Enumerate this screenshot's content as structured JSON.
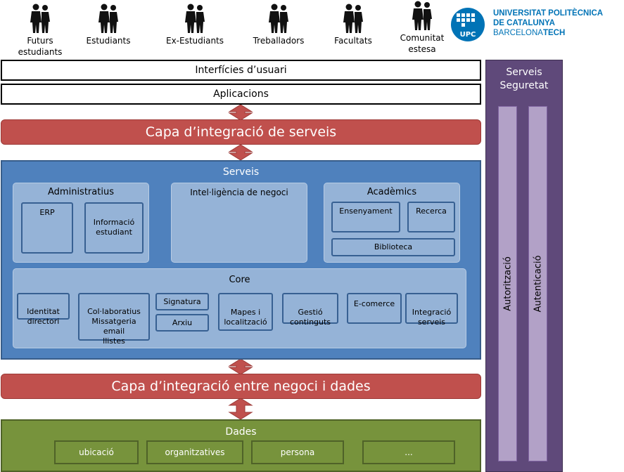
{
  "users": [
    {
      "label": "Futurs\nestudiants",
      "icon": "people-icon"
    },
    {
      "label": "Estudiants",
      "icon": "people-icon"
    },
    {
      "label": "Ex-Estudiants",
      "icon": "people-icon"
    },
    {
      "label": "Treballadors",
      "icon": "people-icon"
    },
    {
      "label": "Facultats",
      "icon": "people-icon"
    },
    {
      "label": "Comunitat\nestesa",
      "icon": "people-icon"
    }
  ],
  "logo": {
    "emblem_text": "UPC",
    "line1": "UNIVERSITAT POLITÈCNICA",
    "line2": "DE CATALUNYA",
    "line3_regular": "BARCELONA",
    "line3_bold": "TECH",
    "color": "#0073b6"
  },
  "layers": {
    "ui": "Interfícies d’usuari",
    "apps": "Aplicacions",
    "service_integration": "Capa d’integració de serveis",
    "data_integration": "Capa d’integració entre negoci i dades"
  },
  "services": {
    "title": "Serveis",
    "administratius": {
      "title": "Administratius",
      "items": [
        "ERP",
        "Informació\nestudiant"
      ]
    },
    "intel": {
      "title": "Intel·ligència de negoci"
    },
    "academics": {
      "title": "Acadèmics",
      "items": [
        "Ensenyament",
        "Recerca",
        "Biblioteca"
      ]
    },
    "core": {
      "title": "Core",
      "items": [
        "Identitat\ndirectori",
        "Col·laboratius\nMissatgeria\nemail\nllistes",
        "Signatura",
        "Arxiu",
        "Mapes i\nlocalització",
        "Gestió\ncontinguts",
        "E-comerce",
        "Integració\nserveis"
      ]
    }
  },
  "data": {
    "title": "Dades",
    "items": [
      "ubicació",
      "organitzatives",
      "persona",
      "..."
    ]
  },
  "security": {
    "title": "Serveis\nSeguretat",
    "columns": [
      "Autorització",
      "Autenticació"
    ]
  },
  "colors": {
    "red": "#c0504d",
    "blue": "#4f81bd",
    "light_blue": "#95b3d7",
    "green": "#77933c",
    "purple": "#5f497a",
    "lavender": "#b2a1c7"
  }
}
